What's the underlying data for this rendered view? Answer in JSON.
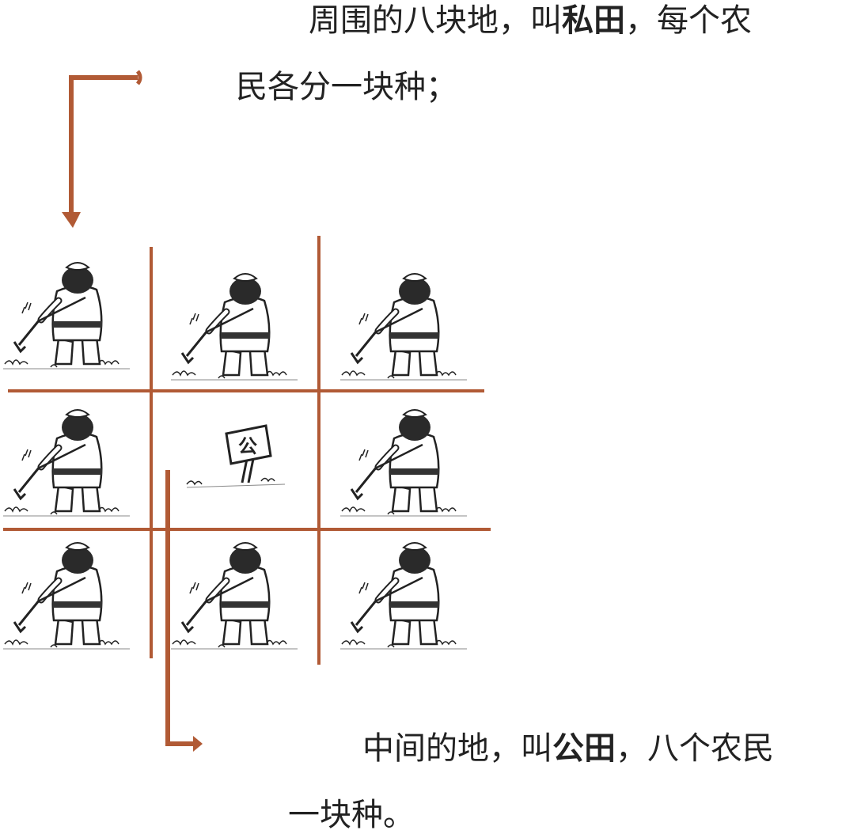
{
  "top_text": {
    "pre": "周围的八块地，叫",
    "bold": "私田",
    "post": "，每个农",
    "line2": "民各分一块种；"
  },
  "bottom_text": {
    "pre": "中间的地，叫",
    "bold": "公田",
    "post": "，八个农民",
    "line2": "一块种。"
  },
  "sign_label": "公",
  "colors": {
    "grid": "#b15a35",
    "ink": "#222222",
    "skin": "#ffffff"
  },
  "icons": [
    "farmer-icon",
    "signpost-icon",
    "arrow-down-icon",
    "arrow-right-icon"
  ],
  "grid": {
    "cells": [
      {
        "id": "private-field-1",
        "content": "farmer"
      },
      {
        "id": "private-field-2",
        "content": "farmer"
      },
      {
        "id": "private-field-3",
        "content": "farmer"
      },
      {
        "id": "private-field-4",
        "content": "farmer"
      },
      {
        "id": "public-field",
        "content": "sign"
      },
      {
        "id": "private-field-5",
        "content": "farmer"
      },
      {
        "id": "private-field-6",
        "content": "farmer"
      },
      {
        "id": "private-field-7",
        "content": "farmer"
      },
      {
        "id": "private-field-8",
        "content": "farmer"
      }
    ]
  }
}
